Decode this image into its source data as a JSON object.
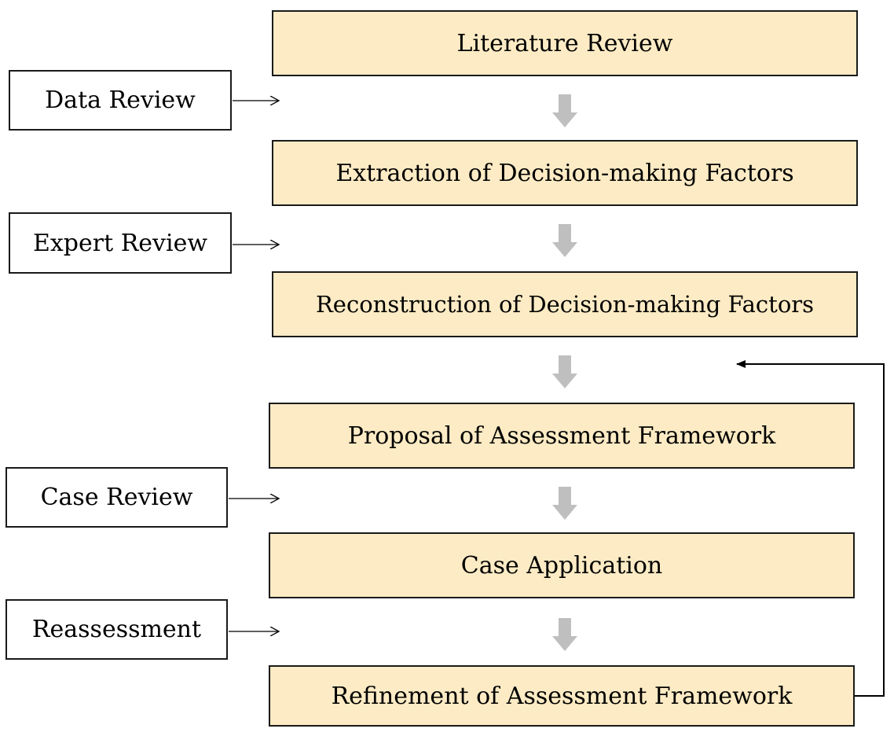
{
  "steps": [
    {
      "id": "literature-review",
      "label": "Literature Review"
    },
    {
      "id": "extraction-of-decision-making-factors",
      "label": "Extraction of Decision-making Factors"
    },
    {
      "id": "reconstruction-of-decision-making-factors",
      "label": "Reconstruction of Decision-making Factors"
    },
    {
      "id": "proposal-of-assessment-framework",
      "label": "Proposal of Assessment Framework"
    },
    {
      "id": "case-application",
      "label": "Case Application"
    },
    {
      "id": "refinement-of-assessment-framework",
      "label": "Refinement of Assessment Framework"
    }
  ],
  "inputs": [
    {
      "id": "data-review",
      "label": "Data Review"
    },
    {
      "id": "expert-review",
      "label": "Expert Review"
    },
    {
      "id": "case-review",
      "label": "Case Review"
    },
    {
      "id": "reassessment",
      "label": "Reassessment"
    }
  ],
  "colors": {
    "step_fill": "#fcebc4",
    "border": "#1a1a1a",
    "flow_arrow": "#bfbfbf",
    "line": "#000000"
  }
}
